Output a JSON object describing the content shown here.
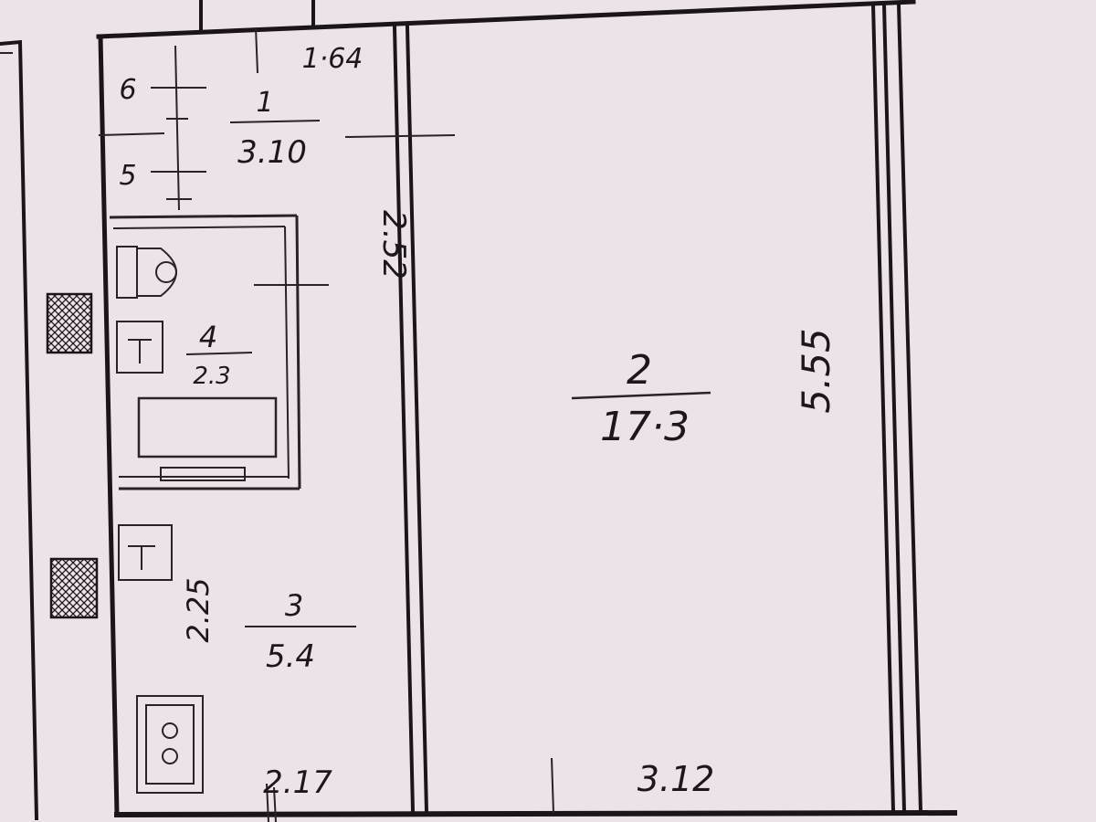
{
  "colors": {
    "paper": "#ece3e9",
    "ink": "#1b1519"
  },
  "rooms": [
    {
      "id": "1",
      "number": "1",
      "area": "3.10"
    },
    {
      "id": "2",
      "number": "2",
      "area": "17·3"
    },
    {
      "id": "3",
      "number": "3",
      "area": "5.4"
    },
    {
      "id": "4",
      "number": "4",
      "area": "2.3"
    }
  ],
  "dimensions": {
    "top_width": "1·64",
    "hall_length": "2.52",
    "room_length": "5.55",
    "kitchen_length": "2.25",
    "kitchen_width": "2.17",
    "room_width": "3.12"
  },
  "axis_marks": {
    "upper": "6",
    "lower": "5"
  },
  "fixtures": [
    "toilet",
    "sink",
    "bathtub",
    "kitchen-sink",
    "stove",
    "ventilation-shaft-upper",
    "ventilation-shaft-lower"
  ]
}
